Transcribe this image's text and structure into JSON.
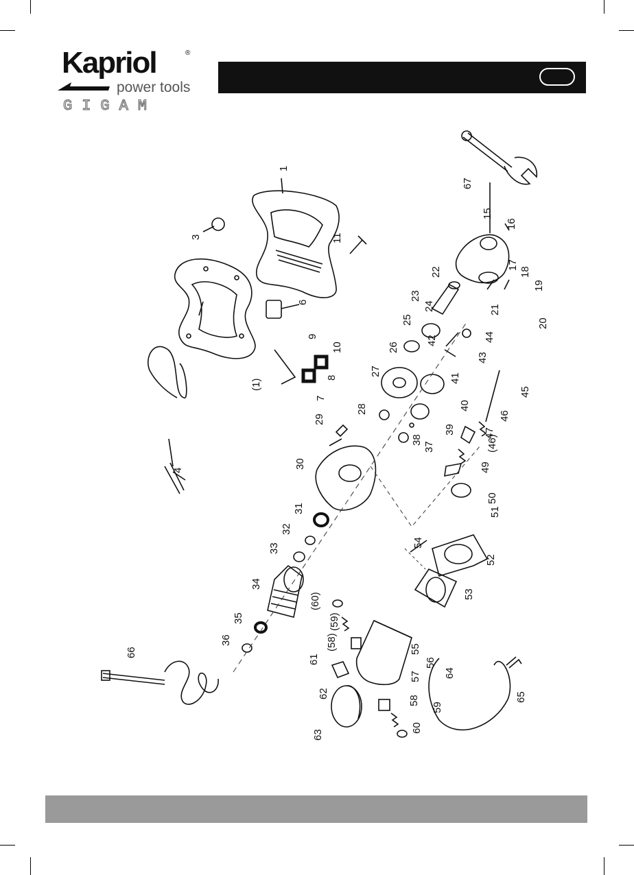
{
  "brand": {
    "name": "Kapriol",
    "registered_mark": "®",
    "tagline": "power tools",
    "sub_brand": "GIGAM"
  },
  "colors": {
    "header_bar": "#111111",
    "footer_bar": "#9a9a9a",
    "ink": "#111111"
  },
  "diagram": {
    "part_labels": [
      "1",
      "(1)",
      "3",
      "4",
      "6",
      "7",
      "8",
      "9",
      "10",
      "11",
      "15",
      "16",
      "17",
      "18",
      "19",
      "20",
      "21",
      "22",
      "23",
      "24",
      "25",
      "26",
      "27",
      "28",
      "29",
      "30",
      "31",
      "32",
      "33",
      "34",
      "35",
      "36",
      "37",
      "38",
      "39",
      "40",
      "41",
      "42",
      "43",
      "44",
      "45",
      "46",
      "(46)",
      "47",
      "49",
      "50",
      "51",
      "52",
      "53",
      "54",
      "55",
      "56",
      "57",
      "58",
      "(58)",
      "59",
      "(59)",
      "60",
      "(60)",
      "61",
      "62",
      "63",
      "64",
      "65",
      "66",
      "67"
    ]
  }
}
